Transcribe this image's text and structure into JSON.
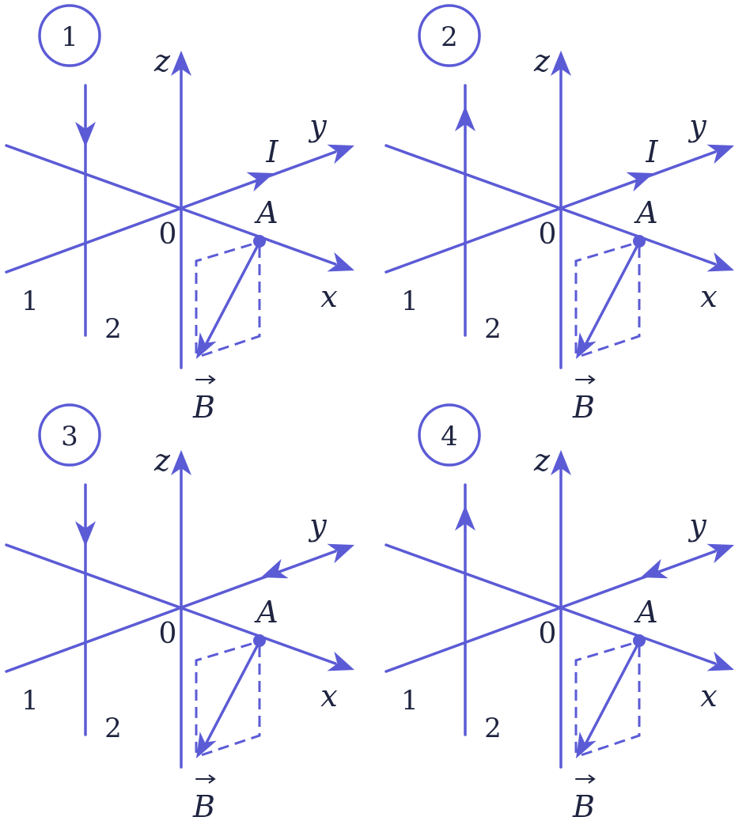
{
  "colors": {
    "line": "#5b5bd6",
    "text": "#1f2440",
    "background": "#ffffff"
  },
  "labels": {
    "z": "z",
    "y": "y",
    "x": "x",
    "origin": "0",
    "point": "A",
    "field": "B",
    "current": "I",
    "wire1": "1",
    "wire2": "2"
  },
  "panels": [
    {
      "number": "1",
      "wire_direction": "down",
      "current_arrow": "along-y",
      "current_label": "I"
    },
    {
      "number": "2",
      "wire_direction": "up",
      "current_arrow": "along-y",
      "current_label": "I"
    },
    {
      "number": "3",
      "wire_direction": "down",
      "current_arrow": "against-y",
      "current_label": ""
    },
    {
      "number": "4",
      "wire_direction": "up",
      "current_arrow": "against-y",
      "current_label": ""
    }
  ]
}
